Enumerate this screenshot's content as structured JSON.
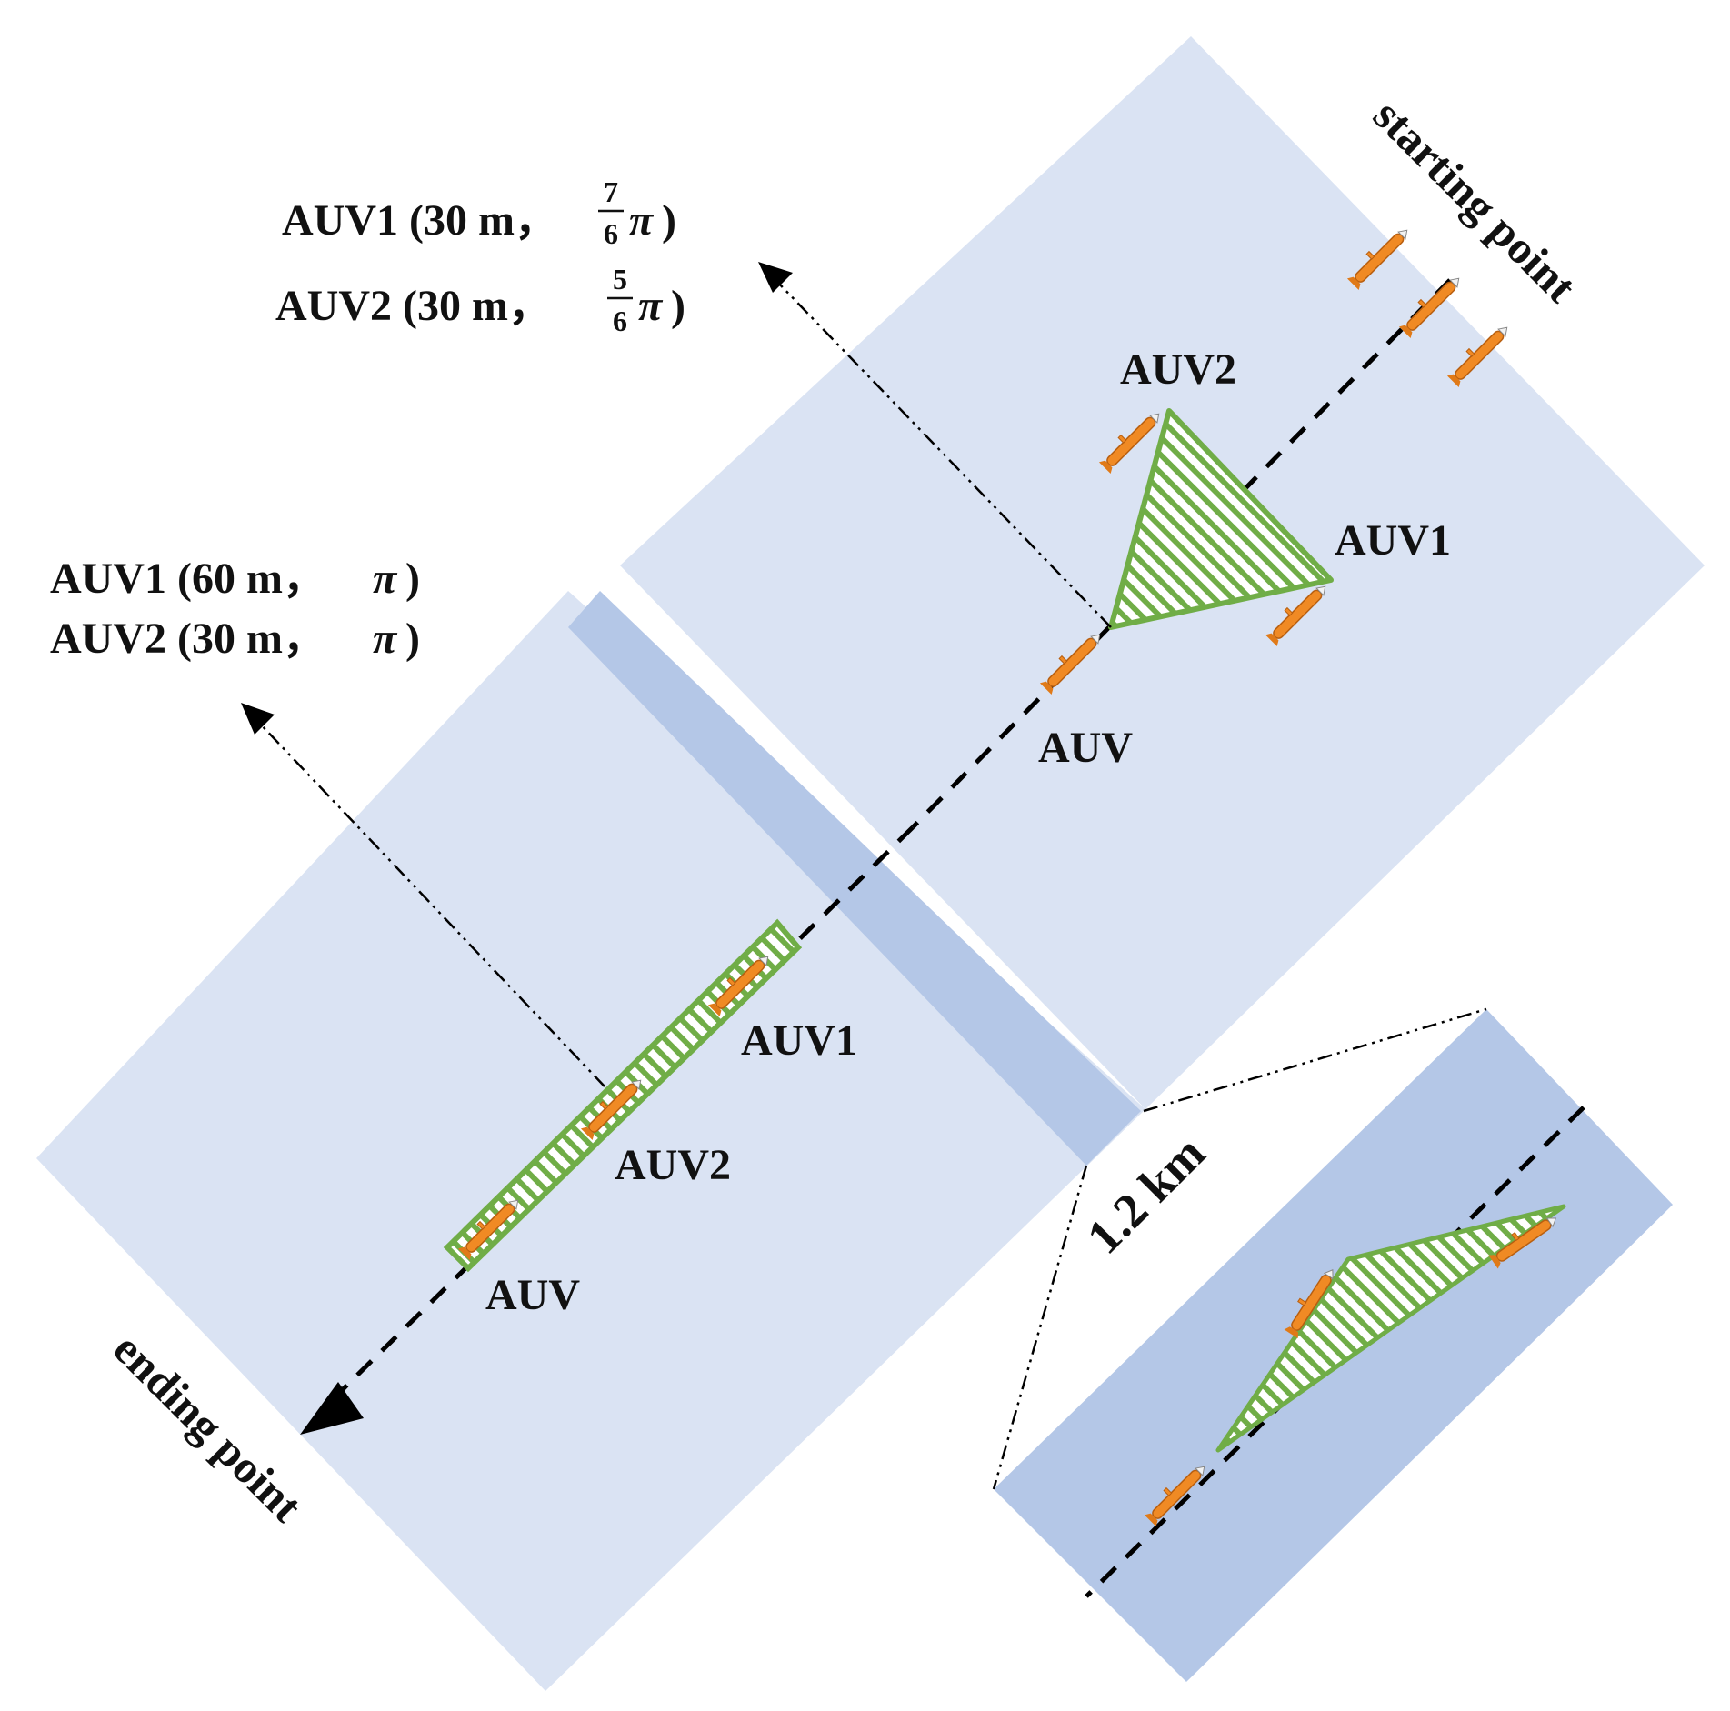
{
  "labels": {
    "starting_point": "starting point",
    "ending_point": "ending point",
    "scale": "1.2 km",
    "auv": "AUV",
    "auv1": "AUV1",
    "auv2": "AUV2"
  },
  "annotations": {
    "upper": {
      "auv1_prefix": "AUV1 (30 m，",
      "auv1_num": "7",
      "auv1_den": "6",
      "auv2_prefix": "AUV2 (30 m，",
      "auv2_num": "5",
      "auv2_den": "6",
      "pi": "π",
      "close": ")"
    },
    "lower": {
      "auv1": "AUV1 (60 m，",
      "auv2": "AUV2 (30 m，",
      "pi": "π",
      "close": ")"
    }
  },
  "colors": {
    "region_fill": "#dae3f3",
    "band_fill": "#b4c7e7",
    "inset_fill": "#b4c7e7",
    "formation_outline": "#70ad47",
    "auv_body": "#f08a24",
    "path": "#000000"
  }
}
